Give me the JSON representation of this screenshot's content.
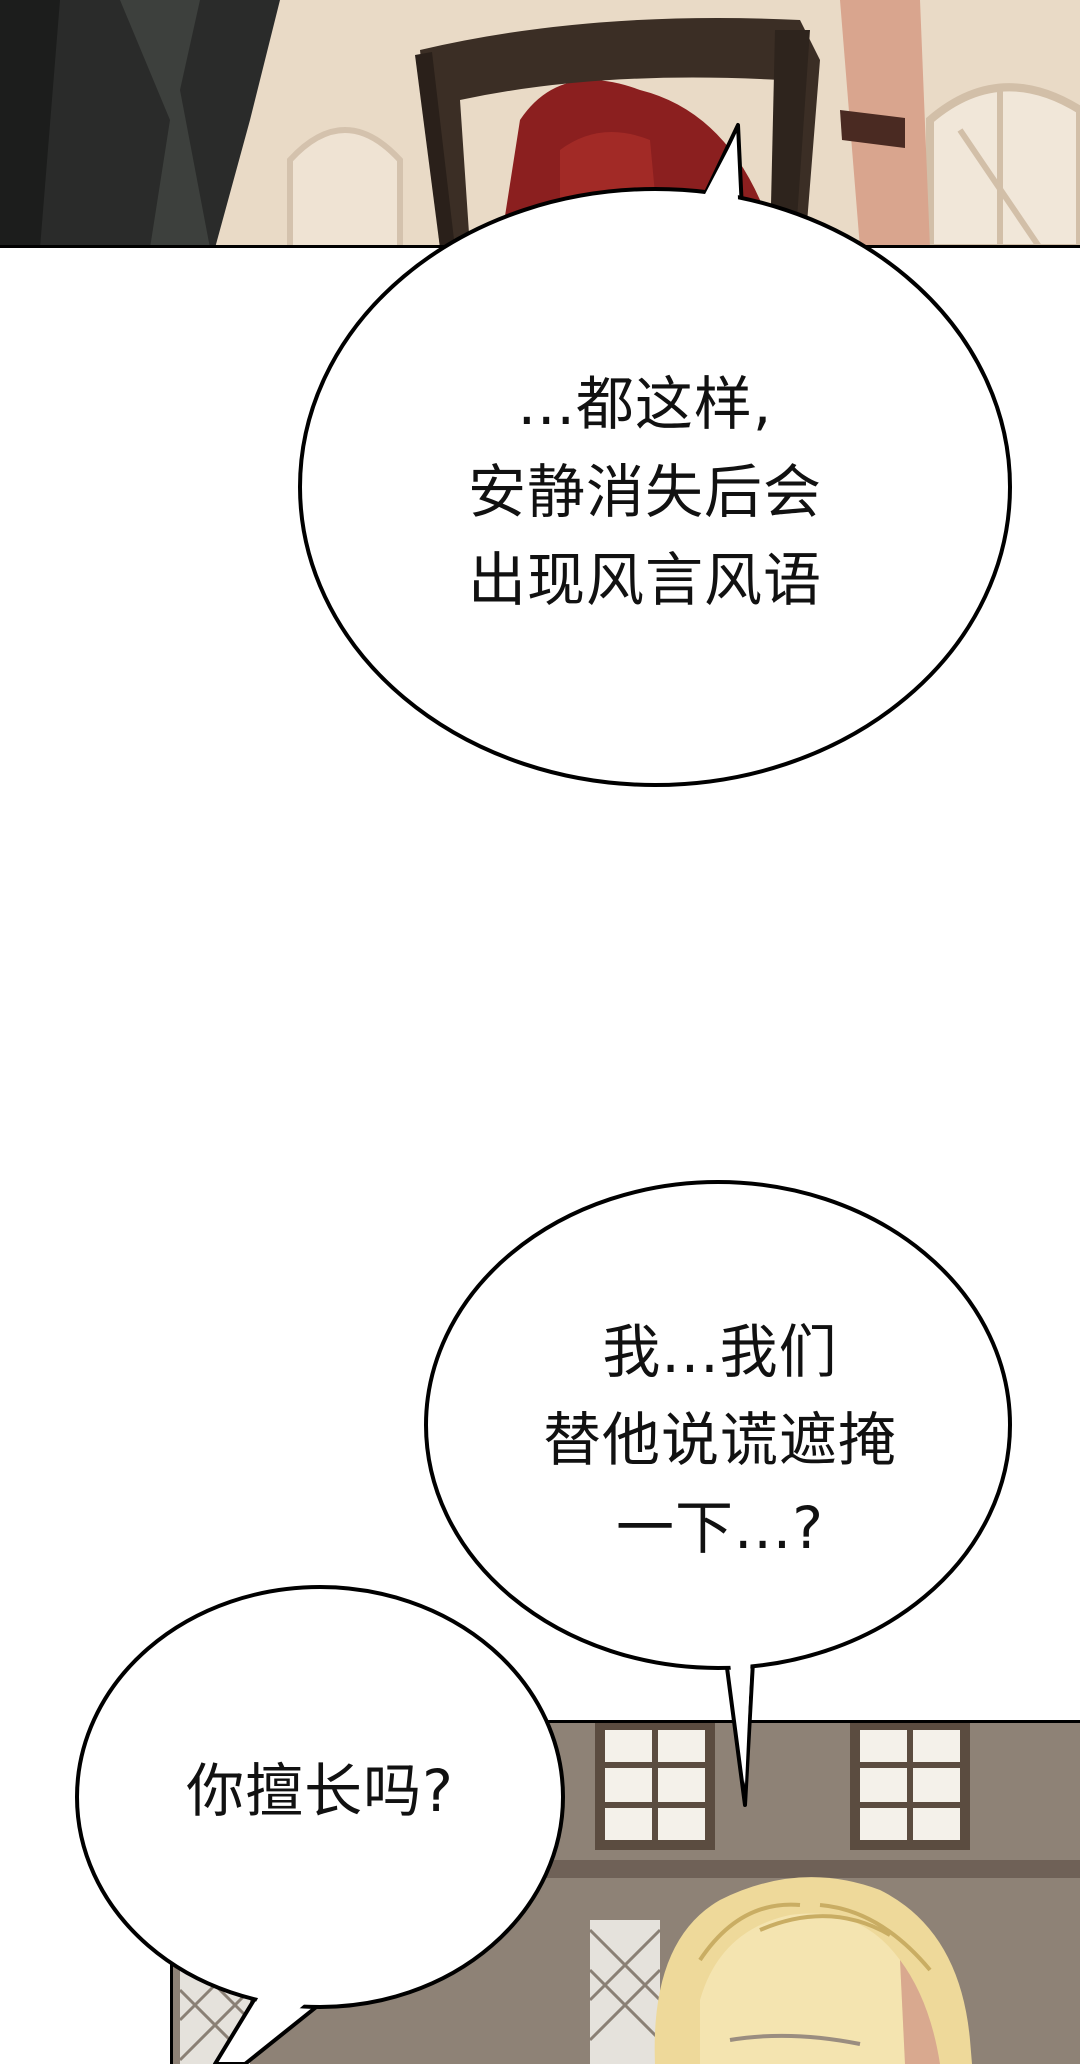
{
  "bubbles": [
    {
      "lines": [
        "...都这样,",
        "安静消失后会",
        "出现风言风语"
      ]
    },
    {
      "lines": [
        "我...我们",
        "替他说谎遮掩",
        "一下...?"
      ]
    },
    {
      "lines": [
        "你擅长吗?"
      ]
    }
  ],
  "colors": {
    "bubble_fill": "#ffffff",
    "bubble_outline": "#000000",
    "text": "#111111",
    "top_panel_wall": "#e8d8c4",
    "chair_wood": "#3b2e25",
    "hair_red": "#8a1e1e",
    "bottom_panel_wall": "#8c7f72",
    "hair_blond": "#ecd89a"
  }
}
